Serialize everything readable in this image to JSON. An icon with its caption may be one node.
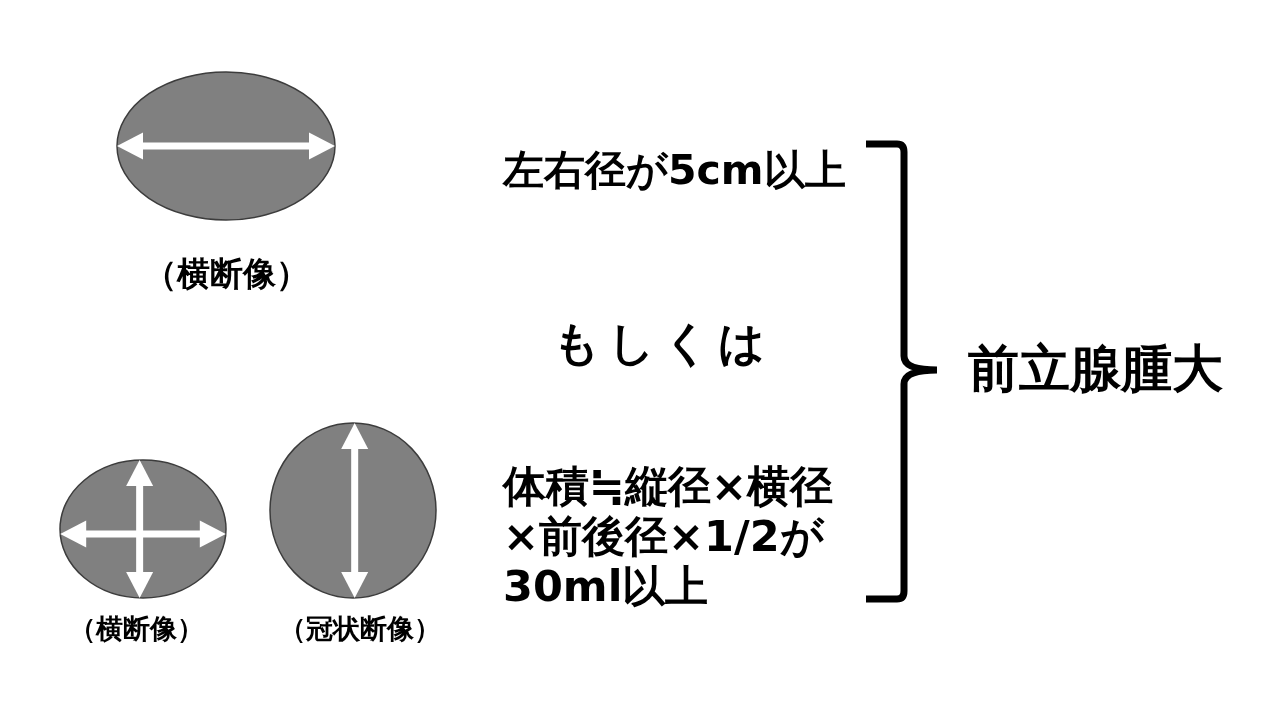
{
  "diagram": {
    "nodes": [
      {
        "text": [],
        "shape": "ellipse",
        "beside": [
          "（横断像）"
        ]
      },
      {
        "text": [],
        "shape": "ellipse",
        "beside": [
          "（横断像）"
        ]
      },
      {
        "text": [],
        "shape": "ellipse",
        "beside": [
          "（冠状断像）"
        ]
      }
    ],
    "labels": [
      "左右径が5cm以上",
      "もしくは",
      "体積≒縦径×横径×前後径×1/2が30ml以上",
      "前立腺腫大"
    ]
  }
}
